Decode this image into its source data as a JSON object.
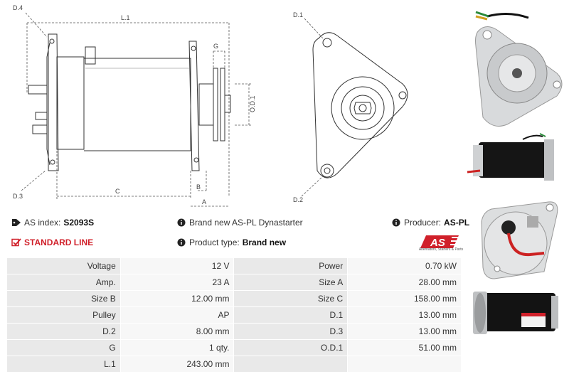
{
  "drawing": {
    "labels": {
      "d4": "D.4",
      "l1": "L.1",
      "g": "G",
      "od1": "O.D.1",
      "d3": "D.3",
      "c": "C",
      "b": "B",
      "a": "A",
      "d1": "D.1",
      "d2": "D.2"
    }
  },
  "info": {
    "as_index_label": "AS index:",
    "as_index_value": "S2093S",
    "description": "Brand new AS-PL Dynastarter",
    "producer_label": "Producer:",
    "producer_value": "AS-PL",
    "standard_line": "STANDARD LINE",
    "product_type_label": "Product type:",
    "product_type_value": "Brand new"
  },
  "logo": {
    "text": "AS",
    "tagline": "Alternators, Starters & Parts"
  },
  "specs": [
    [
      "Voltage",
      "12 V",
      "Power",
      "0.70 kW"
    ],
    [
      "Amp.",
      "23 A",
      "Size A",
      "28.00 mm"
    ],
    [
      "Size B",
      "12.00 mm",
      "Size C",
      "158.00 mm"
    ],
    [
      "Pulley",
      "AP",
      "D.1",
      "13.00 mm"
    ],
    [
      "D.2",
      "8.00 mm",
      "D.3",
      "13.00 mm"
    ],
    [
      "G",
      "1 qty.",
      "O.D.1",
      "51.00 mm"
    ],
    [
      "L.1",
      "243.00 mm",
      "",
      ""
    ]
  ],
  "colors": {
    "accent_red": "#d0202a",
    "table_key_bg": "#e9e9e9",
    "table_value_bg": "#f7f7f7"
  }
}
